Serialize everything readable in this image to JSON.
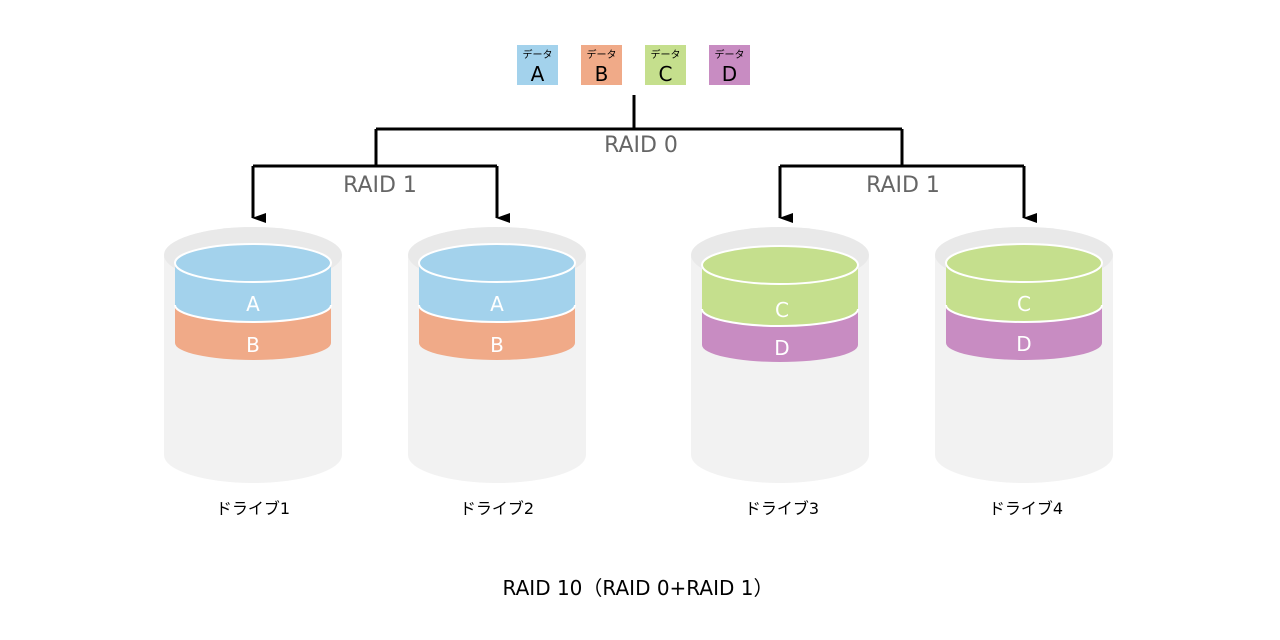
{
  "data_blocks": [
    {
      "prefix": "データ",
      "letter": "A",
      "color": "#a3d2ec"
    },
    {
      "prefix": "データ",
      "letter": "B",
      "color": "#f0aa88"
    },
    {
      "prefix": "データ",
      "letter": "C",
      "color": "#c5df8d"
    },
    {
      "prefix": "データ",
      "letter": "D",
      "color": "#c88cc2"
    }
  ],
  "raid0_label": "RAID 0",
  "raid1_left_label": "RAID 1",
  "raid1_right_label": "RAID 1",
  "drives": [
    {
      "name": "ドライブ1",
      "top": "A",
      "bottom": "B"
    },
    {
      "name": "ドライブ2",
      "top": "A",
      "bottom": "B"
    },
    {
      "name": "ドライブ3",
      "top": "C",
      "bottom": "D"
    },
    {
      "name": "ドライブ4",
      "top": "C",
      "bottom": "D"
    }
  ],
  "caption": "RAID 10（RAID 0+RAID 1）",
  "colors": {
    "line": "#000000",
    "label_gray": "#666666",
    "drive_body": "#f2f2f2",
    "drive_rim": "#e6e6e6",
    "disk_text": "#ffffff"
  }
}
